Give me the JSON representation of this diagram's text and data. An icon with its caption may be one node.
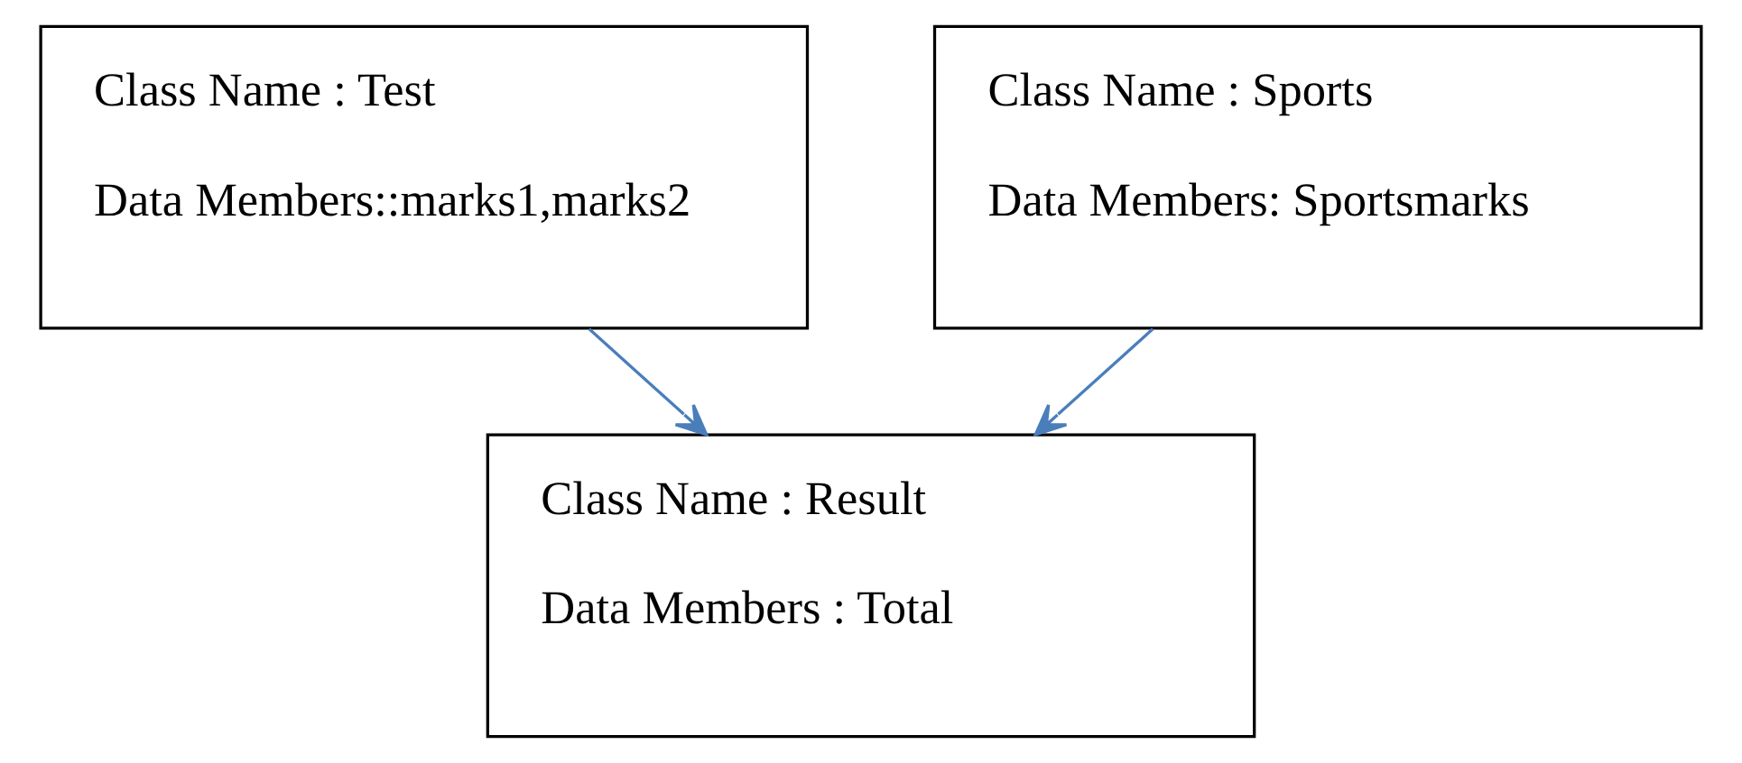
{
  "diagram": {
    "nodes": [
      {
        "text": [
          "Class Name : Test",
          "Data Members::marks1,marks2"
        ]
      },
      {
        "text": [
          "Class Name : Sports",
          "Data Members: Sportsmarks"
        ]
      },
      {
        "text": [
          "Class Name : Result",
          "Data Members : Total"
        ]
      }
    ],
    "edges": [
      {
        "from": 0,
        "to": 2,
        "arrow": "to"
      },
      {
        "from": 1,
        "to": 2,
        "arrow": "to"
      }
    ]
  }
}
